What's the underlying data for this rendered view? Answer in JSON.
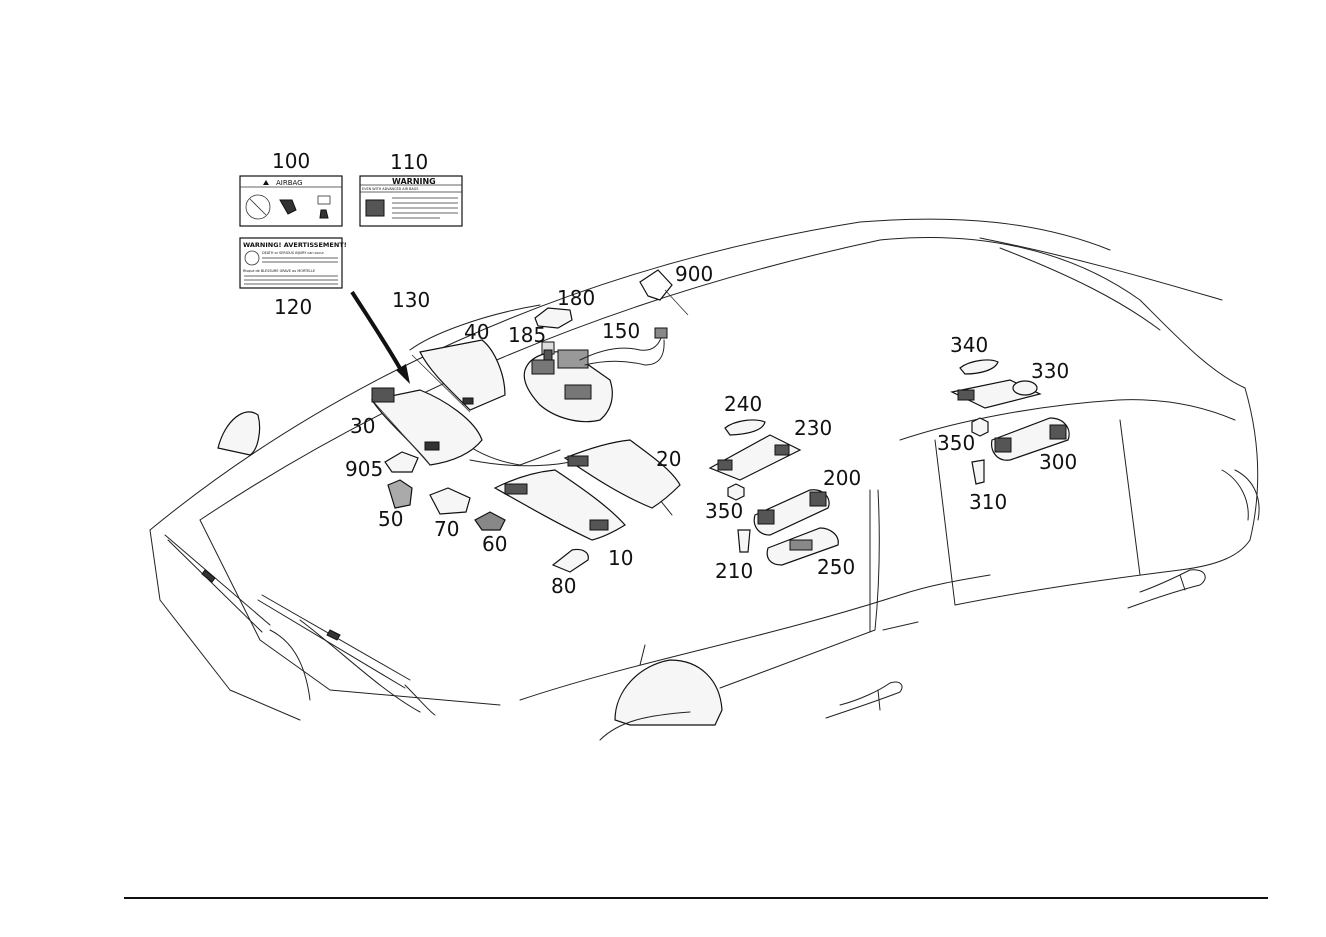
{
  "callouts": {
    "c100": "100",
    "c110": "110",
    "c120": "120",
    "c130": "130",
    "c40": "40",
    "c30": "30",
    "c905": "905",
    "c50": "50",
    "c70": "70",
    "c60": "60",
    "c80": "80",
    "c10": "10",
    "c20": "20",
    "c185": "185",
    "c180": "180",
    "c150": "150",
    "c900": "900",
    "c240": "240",
    "c230": "230",
    "c200": "200",
    "c350a": "350",
    "c210": "210",
    "c250": "250",
    "c340": "340",
    "c330": "330",
    "c350b": "350",
    "c300": "300",
    "c310": "310"
  },
  "labels": {
    "airbag": "AIRBAG",
    "warning": "WARNING",
    "warning_sub": "EVEN WITH ADVANCED AIR BAGS",
    "warning_avert": "WARNING! AVERTISSEMENT!",
    "death_en": "DEATH or SERIOUS INJURY can occur",
    "death_fr": "Risque de BLESSURE GRAVE ou MORTELLE"
  }
}
